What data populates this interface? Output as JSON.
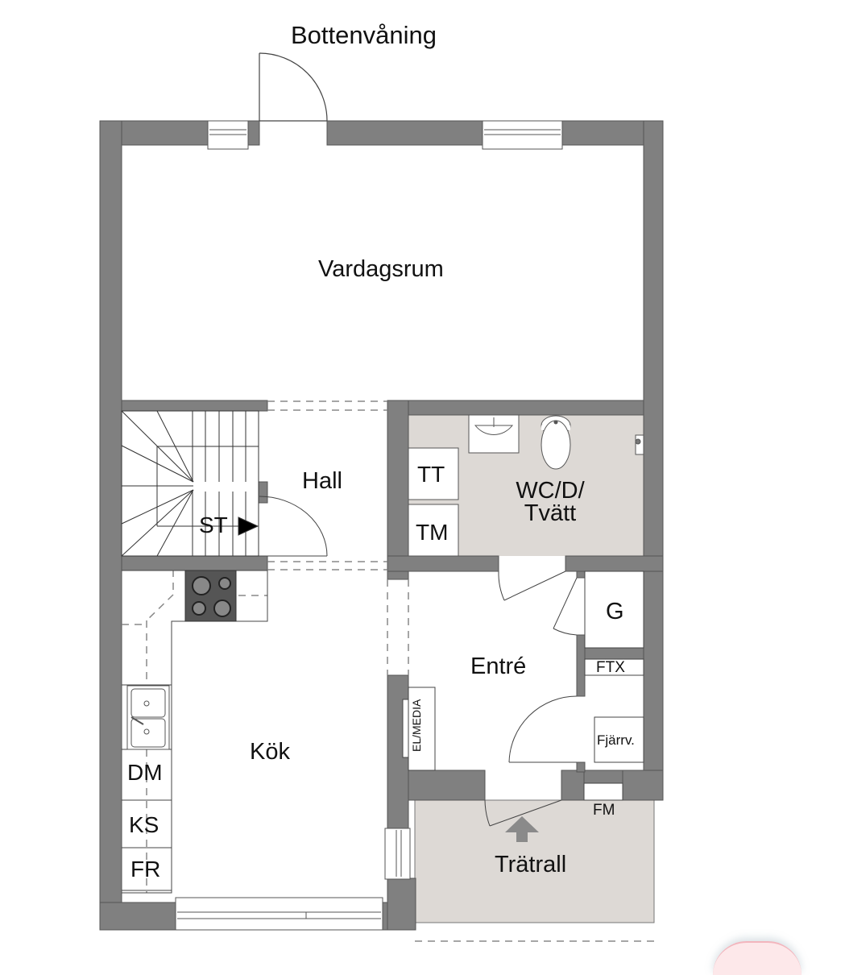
{
  "floor_plan": {
    "title": "Bottenvåning",
    "colors": {
      "wall": "#808080",
      "wall_stroke": "#555555",
      "wet_room_fill": "#ddd9d5",
      "deck_fill": "#ddd9d5",
      "floor": "#ffffff",
      "stove": "#555555",
      "arrow": "#8a8a8a"
    },
    "rooms": {
      "vardagsrum": "Vardagsrum",
      "hall": "Hall",
      "wc": "WC/D/\nTvätt",
      "wc_line1": "WC/D/",
      "wc_line2": "Tvätt",
      "entre": "Entré",
      "kok": "Kök",
      "tratrall": "Trätrall",
      "g": "G"
    },
    "fixtures": {
      "stairs": "ST",
      "tumble_dryer": "TT",
      "washing_machine": "TM",
      "dishwasher": "DM",
      "fridge_freezer": "KS",
      "freezer": "FR",
      "ventilation": "FTX",
      "district_heating": "Fjärrv.",
      "el_media": "EL/MEDIA",
      "meter": "FM"
    }
  }
}
